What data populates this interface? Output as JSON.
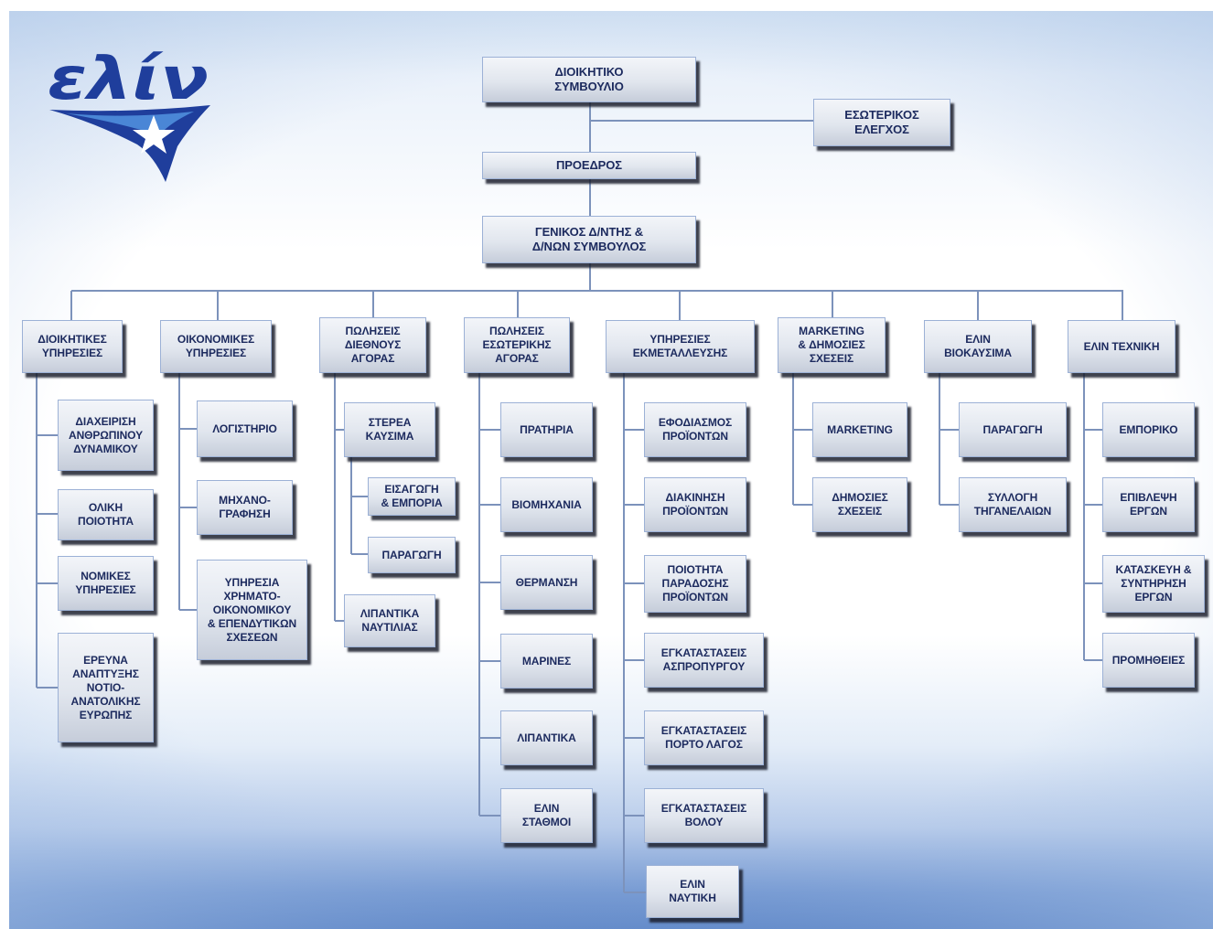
{
  "logo": {
    "text": "ελίν"
  },
  "board": {
    "label": "ΔΙΟΙΚΗΤΙΚΟ\nΣΥΜΒΟΥΛΙΟ"
  },
  "internal_audit": {
    "label": "ΕΣΩΤΕΡΙΚΟΣ\nΕΛΕΓΧΟΣ"
  },
  "chairman": {
    "label": "ΠΡΟΕΔΡΟΣ"
  },
  "ceo": {
    "label": "ΓΕΝΙΚΟΣ Δ/ΝΤΗΣ &\nΔ/ΝΩΝ ΣΥΜΒΟΥΛΟΣ"
  },
  "divisions": [
    {
      "label": "ΔΙΟΙΚΗΤΙΚΕΣ\nΥΠΗΡΕΣΙΕΣ",
      "units": [
        {
          "label": "ΔΙΑΧΕΙΡΙΣΗ\nΑΝΘΡΩΠΙΝΟΥ\nΔΥΝΑΜΙΚΟΥ"
        },
        {
          "label": "ΟΛΙΚΗ\nΠΟΙΟΤΗΤΑ"
        },
        {
          "label": "ΝΟΜΙΚΕΣ\nΥΠΗΡΕΣΙΕΣ"
        },
        {
          "label": "ΕΡΕΥΝΑ\nΑΝΑΠΤΥΞΗΣ\nΝΟΤΙΟ-\nΑΝΑΤΟΛΙΚΗΣ\nΕΥΡΩΠΗΣ"
        }
      ]
    },
    {
      "label": "ΟΙΚΟΝΟΜΙΚΕΣ\nΥΠΗΡΕΣΙΕΣ",
      "units": [
        {
          "label": "ΛΟΓΙΣΤΗΡΙΟ"
        },
        {
          "label": "ΜΗΧΑΝΟ-\nΓΡΑΦΗΣΗ"
        },
        {
          "label": "ΥΠΗΡΕΣΙΑ\nΧΡΗΜΑΤΟ-\nΟΙΚΟΝΟΜΙΚΟΥ\n& ΕΠΕΝΔΥΤΙΚΩΝ\nΣΧΕΣΕΩΝ"
        }
      ]
    },
    {
      "label": "ΠΩΛΗΣΕΙΣ\nΔΙΕΘΝΟΥΣ\nΑΓΟΡΑΣ",
      "units": [
        {
          "label": "ΣΤΕΡΕΑ\nΚΑΥΣΙΜΑ",
          "subunits": [
            {
              "label": "ΕΙΣΑΓΩΓΗ\n& ΕΜΠΟΡΙΑ"
            },
            {
              "label": "ΠΑΡΑΓΩΓΗ"
            }
          ]
        },
        {
          "label": "ΛΙΠΑΝΤΙΚΑ\nΝΑΥΤΙΛΙΑΣ"
        }
      ]
    },
    {
      "label": "ΠΩΛΗΣΕΙΣ\nΕΣΩΤΕΡΙΚΗΣ\nΑΓΟΡΑΣ",
      "units": [
        {
          "label": "ΠΡΑΤΗΡΙΑ"
        },
        {
          "label": "ΒΙΟΜΗΧΑΝΙΑ"
        },
        {
          "label": "ΘΕΡΜΑΝΣΗ"
        },
        {
          "label": "ΜΑΡΙΝΕΣ"
        },
        {
          "label": "ΛΙΠΑΝΤΙΚΑ"
        },
        {
          "label": "ΕΛΙΝ\nΣΤΑΘΜΟΙ"
        }
      ]
    },
    {
      "label": "ΥΠΗΡΕΣΙΕΣ\nΕΚΜΕΤΑΛΛΕΥΣΗΣ",
      "units": [
        {
          "label": "ΕΦΟΔΙΑΣΜΟΣ\nΠΡΟΪΟΝΤΩΝ"
        },
        {
          "label": "ΔΙΑΚΙΝΗΣΗ\nΠΡΟΪΟΝΤΩΝ"
        },
        {
          "label": "ΠΟΙΟΤΗΤΑ\nΠΑΡΑΔΟΣΗΣ\nΠΡΟΪΟΝΤΩΝ"
        },
        {
          "label": "ΕΓΚΑΤΑΣΤΑΣΕΙΣ\nΑΣΠΡΟΠΥΡΓΟΥ"
        },
        {
          "label": "ΕΓΚΑΤΑΣΤΑΣΕΙΣ\nΠΟΡΤΟ ΛΑΓΟΣ"
        },
        {
          "label": "ΕΓΚΑΤΑΣΤΑΣΕΙΣ\nΒΟΛΟΥ"
        },
        {
          "label": "ΕΛΙΝ\nΝΑΥΤΙΚΗ"
        }
      ]
    },
    {
      "label": "MARKETING\n& ΔΗΜΟΣΙΕΣ\nΣΧΕΣΕΙΣ",
      "units": [
        {
          "label": "MARKETING"
        },
        {
          "label": "ΔΗΜΟΣΙΕΣ\nΣΧΕΣΕΙΣ"
        }
      ]
    },
    {
      "label": "ΕΛΙΝ\nΒΙΟΚΑΥΣΙΜΑ",
      "units": [
        {
          "label": "ΠΑΡΑΓΩΓΗ"
        },
        {
          "label": "ΣΥΛΛΟΓΗ\nΤΗΓΑΝΕΛΑΙΩΝ"
        }
      ]
    },
    {
      "label": "ΕΛΙΝ ΤΕΧΝΙΚΗ",
      "units": [
        {
          "label": "ΕΜΠΟΡΙΚΟ"
        },
        {
          "label": "ΕΠΙΒΛΕΨΗ\nΕΡΓΩΝ"
        },
        {
          "label": "ΚΑΤΑΣΚΕΥΗ &\nΣΥΝΤΗΡΗΣΗ\nΕΡΓΩΝ"
        },
        {
          "label": "ΠΡΟΜΗΘΕΙΕΣ"
        }
      ]
    }
  ],
  "colors": {
    "box_text": "#1c2a5e",
    "connector": "#7c92bb",
    "logo_blue": "#1f3e9c",
    "logo_light_blue": "#4a86d6"
  }
}
